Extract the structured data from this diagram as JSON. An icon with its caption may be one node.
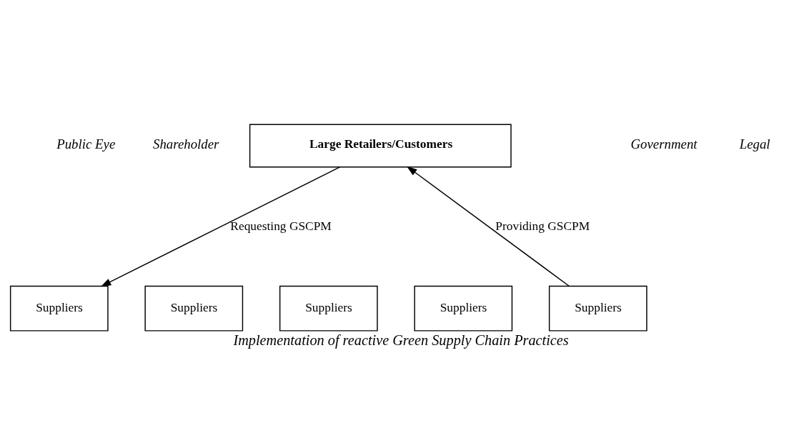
{
  "diagram": {
    "caption": "Implementation of reactive Green Supply Chain Practices",
    "nodes": [
      {
        "text": [
          "Large Retailers/Customers"
        ]
      },
      {
        "text": [
          "Suppliers"
        ]
      },
      {
        "text": [
          "Suppliers"
        ]
      },
      {
        "text": [
          "Suppliers"
        ]
      },
      {
        "text": [
          "Suppliers"
        ]
      },
      {
        "text": [
          "Suppliers"
        ]
      }
    ],
    "edges": [
      {
        "from": 0,
        "to": 1,
        "arrow": "to",
        "label": "Requesting GSCPM"
      },
      {
        "from": 5,
        "to": 0,
        "arrow": "to",
        "label": "Providing GSCPM"
      }
    ],
    "labels": [
      "Public Eye",
      "Shareholder",
      "Government",
      "Legal"
    ]
  }
}
